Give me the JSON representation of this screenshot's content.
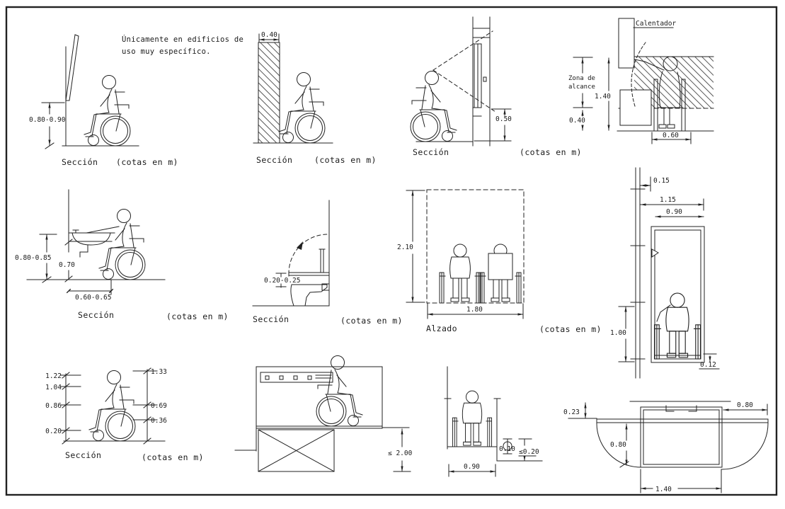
{
  "colors": {
    "ink": "#222222",
    "paper": "#ffffff"
  },
  "note": {
    "line1": "Únicamente en edificios de",
    "line2": "uso muy específico."
  },
  "captions": {
    "section": "Sección",
    "units": "(cotas en m)",
    "elevation": "Alzado"
  },
  "annotations": {
    "heater": "Calentador",
    "reach_zone_line1": "Zona de",
    "reach_zone_line2": "alcance"
  },
  "dimensions": {
    "mirror_section": {
      "height": "0.80-0.90"
    },
    "wall_section": {
      "thickness": "0.40"
    },
    "window_section": {
      "sill_height": "0.50"
    },
    "heater_section": {
      "reach_height": "1.40",
      "lower_limit": "0.40",
      "depth": "0.60"
    },
    "washbasin_section": {
      "rim_height": "0.80-0.85",
      "clearance": "0.70",
      "depth": "0.60-0.65"
    },
    "toilet_section": {
      "bar_gap": "0.20-0.25"
    },
    "elevation_two_wheelchairs": {
      "height": "2.10",
      "width": "1.80"
    },
    "lift_front": {
      "gap": "0.15",
      "cabin_width": "1.15",
      "door_width": "0.90",
      "handrail_height": "1.00",
      "sill": "0.12"
    },
    "wheelchair_section": {
      "left": [
        "1.22",
        "1.04",
        "0.86",
        "0.20"
      ],
      "right": [
        "1.33",
        "0.69",
        "0.36"
      ]
    },
    "platform_lift_side": {
      "travel": "≤ 2.00"
    },
    "platform_lift_front": {
      "gap": "0.10",
      "sill": "≤0.20",
      "width": "0.90"
    },
    "platform_lift_plan": {
      "edge_gap": "0.23",
      "flap_right": "0.80",
      "flap_left": "0.80",
      "platform_width": "1.40"
    }
  }
}
